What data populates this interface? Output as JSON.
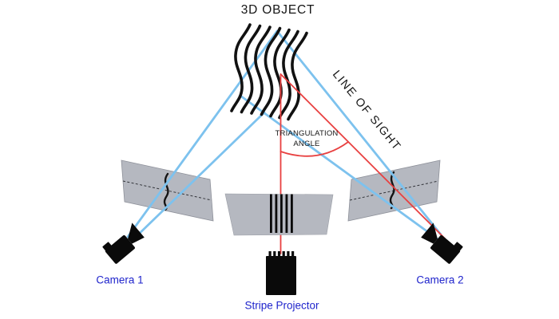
{
  "diagram": {
    "title": "3D OBJECT",
    "annotations": {
      "line_of_sight": "LINE OF SIGHT",
      "triangulation_line1": "TRIANGULATION",
      "triangulation_line2": "ANGLE"
    },
    "devices": {
      "camera1_label": "Camera 1",
      "camera2_label": "Camera 2",
      "projector_label": "Stripe Projector"
    },
    "colors": {
      "sight_line_blue": "#7dc2ee",
      "projector_ray_red": "#e84040",
      "plane_gray": "#b5b8c0",
      "device_label_blue": "#1f24cc",
      "annotation_black": "#151515"
    }
  }
}
